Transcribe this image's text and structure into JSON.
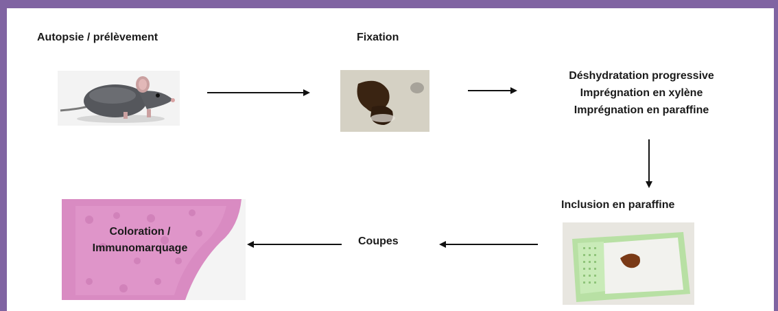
{
  "colors": {
    "frame": "#8064a2",
    "text": "#1a1a1a",
    "arrow": "#111111"
  },
  "steps": {
    "autopsy": {
      "label": "Autopsie / prélèvement",
      "icon": "mouse-photo"
    },
    "fixation": {
      "label": "Fixation",
      "icon": "fixed-tissue-photo"
    },
    "dehydration": {
      "lines": [
        "Déshydratation progressive",
        "Imprégnation en xylène",
        "Imprégnation en paraffine"
      ]
    },
    "inclusion": {
      "label": "Inclusion en paraffine",
      "icon": "cassette-photo"
    },
    "sections": {
      "label": "Coupes"
    },
    "staining": {
      "lines": [
        "Coloration /",
        "Immunomarquage"
      ],
      "icon": "stained-section-photo"
    }
  }
}
